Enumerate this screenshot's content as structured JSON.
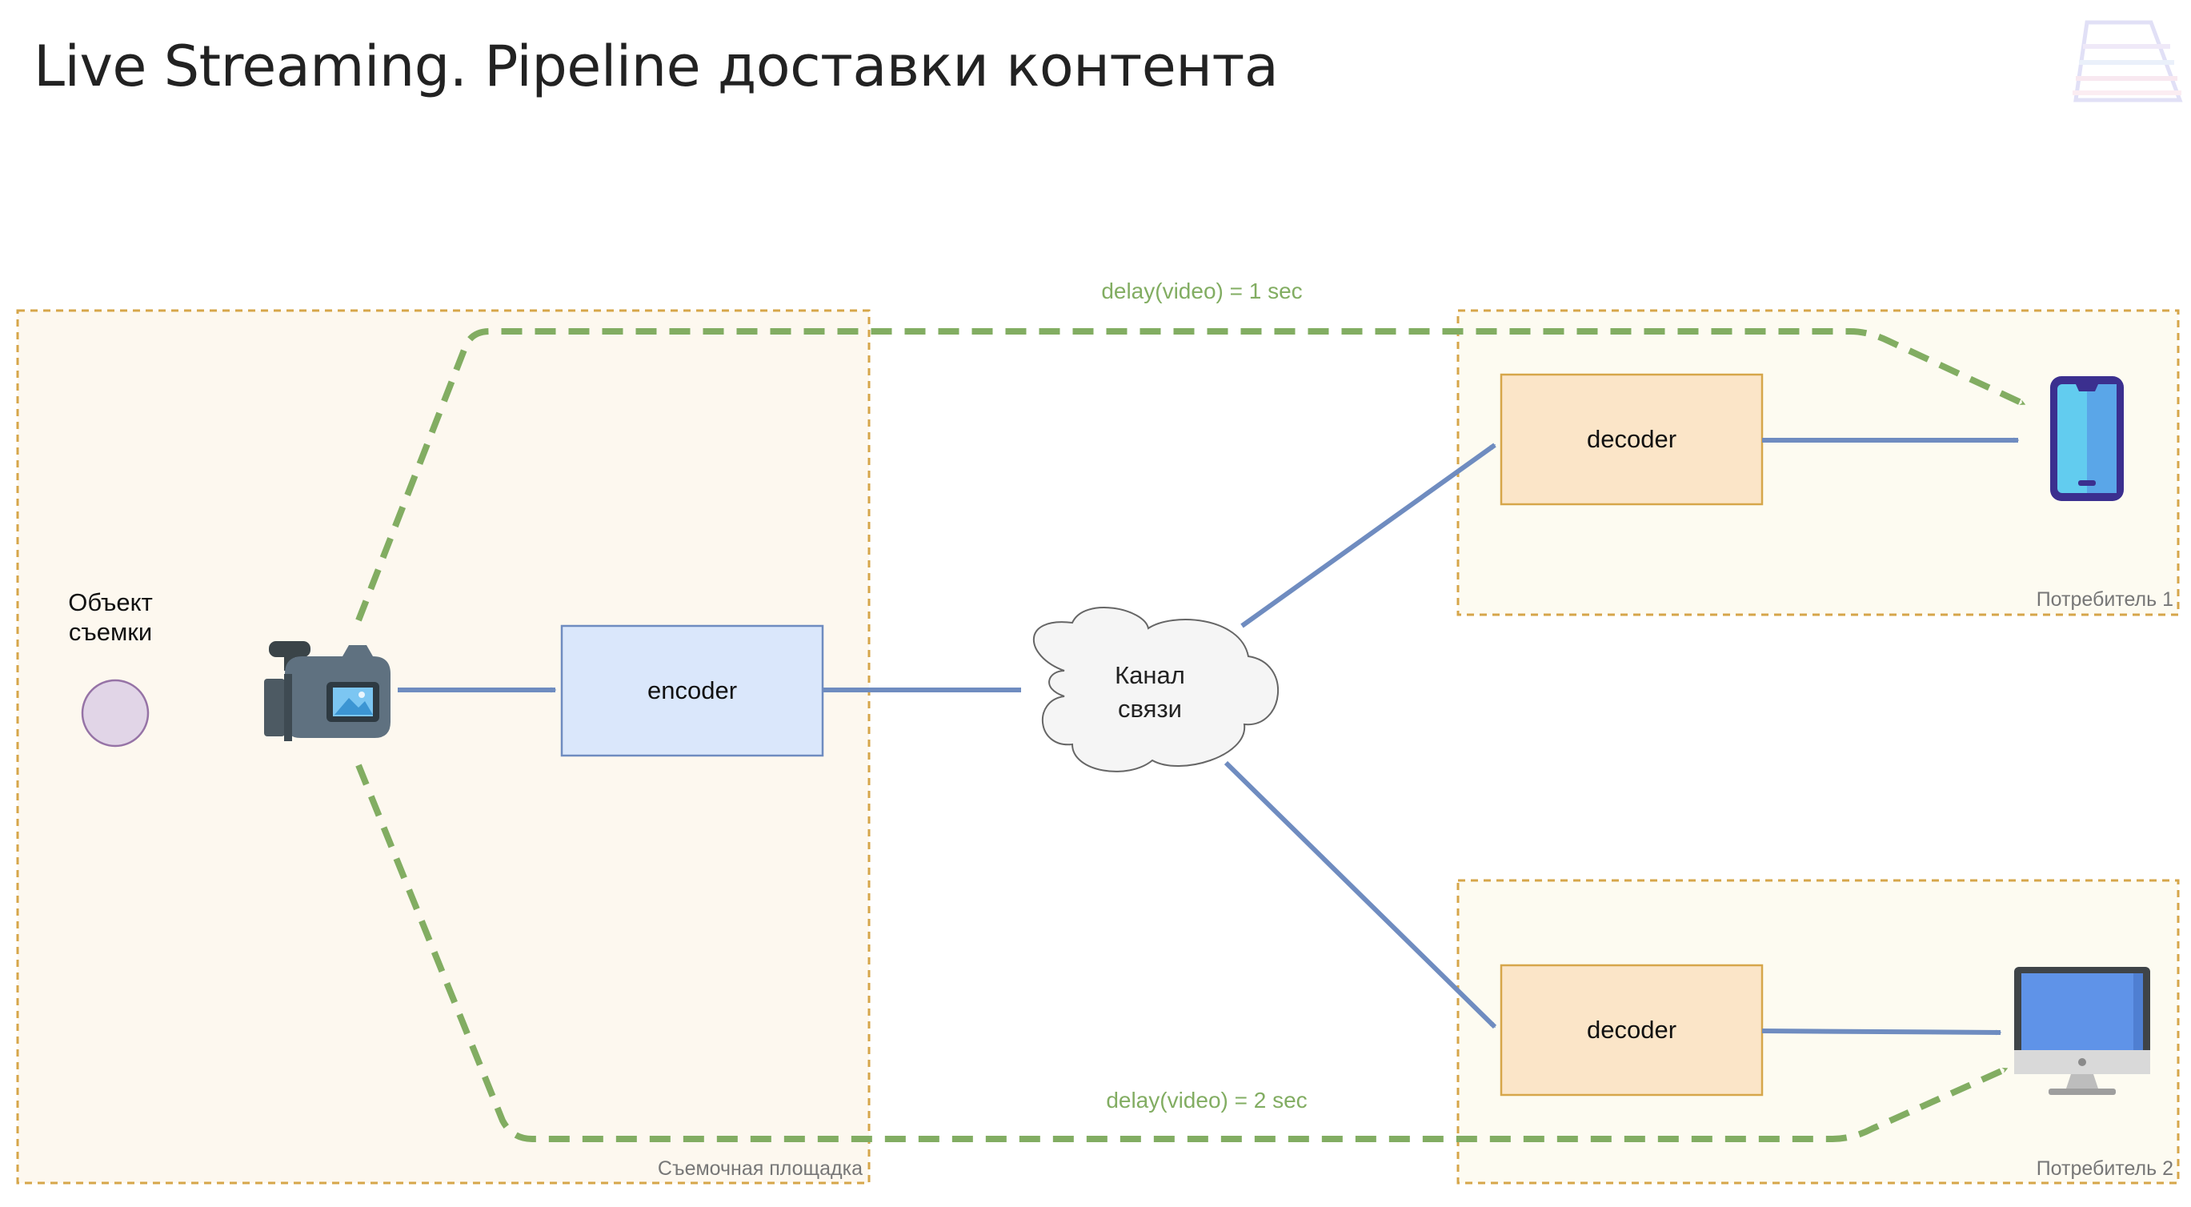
{
  "title": "Live Streaming. Pipeline доставки контента",
  "zones": {
    "studio": "Съемочная площадка",
    "consumer1": "Потребитель 1",
    "consumer2": "Потребитель 2"
  },
  "subject": {
    "line1": "Объект",
    "line2": "съемки"
  },
  "nodes": {
    "encoder": "encoder",
    "decoder1": "decoder",
    "decoder2": "decoder",
    "channel_line1": "Канал",
    "channel_line2": "связи"
  },
  "delays": {
    "top": "delay(video) = 1 sec",
    "bottom": "delay(video) = 2 sec"
  },
  "icons": {
    "camera": "video-camera-icon",
    "phone": "smartphone-icon",
    "monitor": "desktop-monitor-icon",
    "logo": "brand-logo-icon"
  },
  "colors": {
    "flow_arrow": "#6f8cc0",
    "delay_path": "#82ad62",
    "zone_border": "#d6a64a",
    "zone_fill": "#fdf8ef",
    "encoder_fill": "#dae7fb",
    "decoder_fill": "#fbe5c8",
    "label_gray": "#777777"
  }
}
